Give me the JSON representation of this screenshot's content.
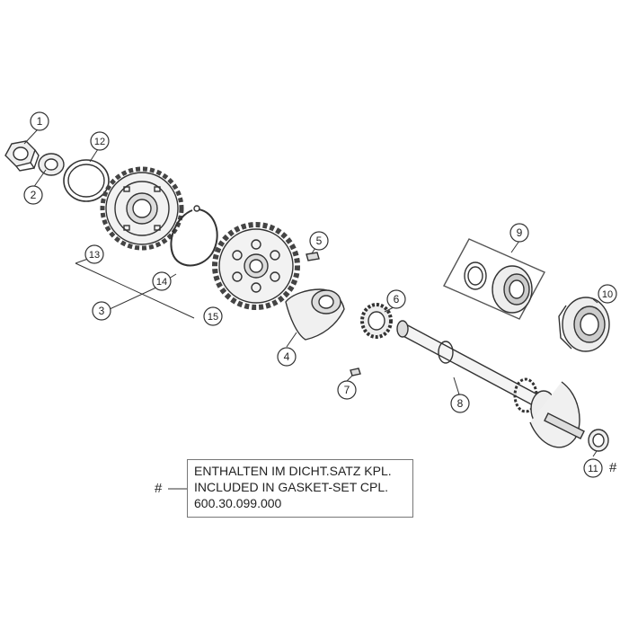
{
  "callouts": [
    {
      "id": "1",
      "label": "1"
    },
    {
      "id": "2",
      "label": "2"
    },
    {
      "id": "3",
      "label": "3"
    },
    {
      "id": "4",
      "label": "4"
    },
    {
      "id": "5",
      "label": "5"
    },
    {
      "id": "6",
      "label": "6"
    },
    {
      "id": "7",
      "label": "7"
    },
    {
      "id": "8",
      "label": "8"
    },
    {
      "id": "9",
      "label": "9"
    },
    {
      "id": "10",
      "label": "10"
    },
    {
      "id": "11",
      "label": "11"
    },
    {
      "id": "12",
      "label": "12"
    },
    {
      "id": "13",
      "label": "13"
    },
    {
      "id": "14",
      "label": "14"
    },
    {
      "id": "15",
      "label": "15"
    }
  ],
  "note": {
    "marker": "#",
    "lines": [
      "ENTHALTEN IM DICHT.SATZ KPL.",
      "INCLUDED IN GASKET-SET CPL.",
      "600.30.099.000"
    ]
  },
  "part11_marker": "#"
}
